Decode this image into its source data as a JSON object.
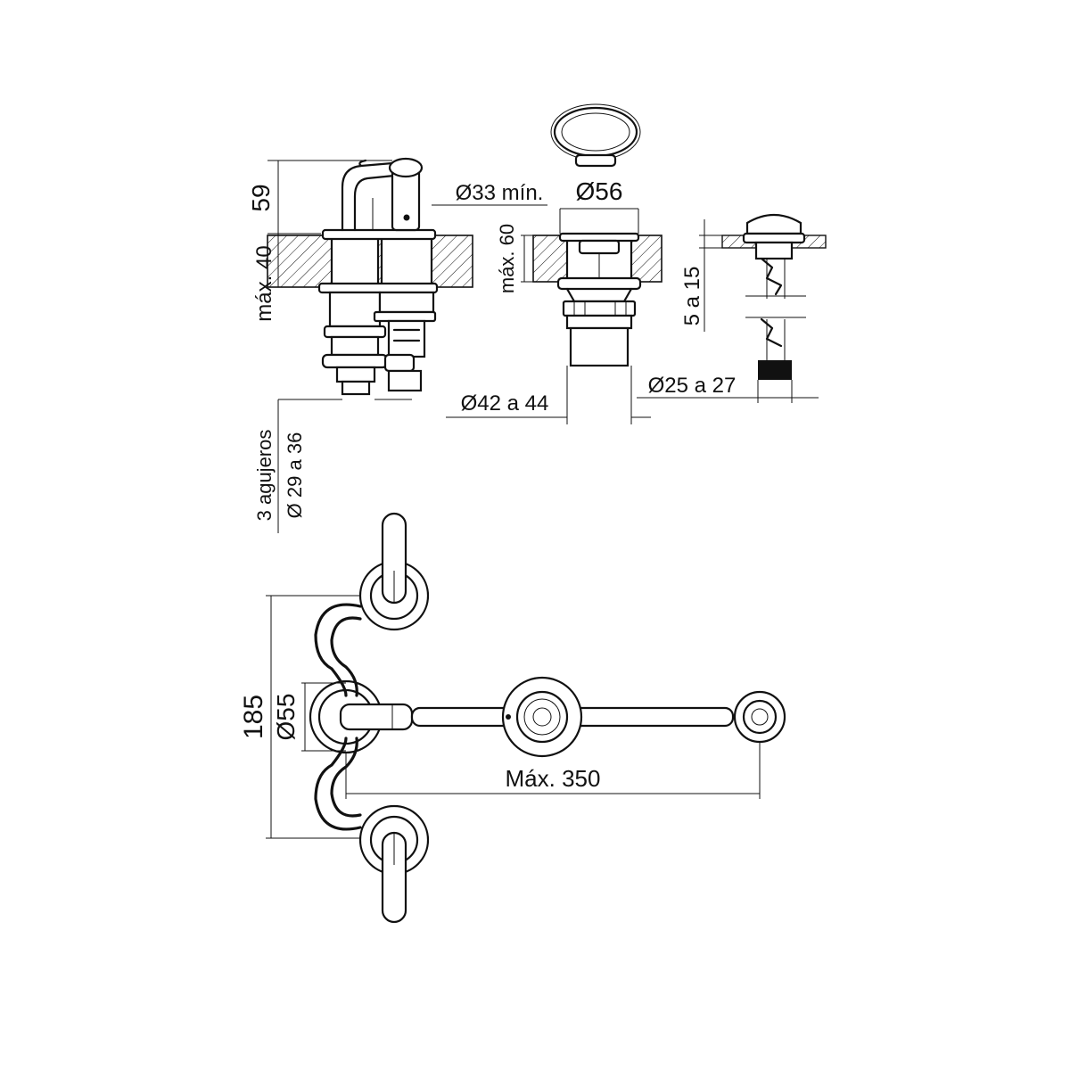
{
  "drawing": {
    "elevation": {
      "height_top": "59",
      "height_deck": "máx. 40",
      "hole_spec_line1": "3 agujeros",
      "hole_spec_line2": "Ø 29 a 36"
    },
    "drain": {
      "min_spacing": "Ø33 mín.",
      "cap_diameter": "Ø56",
      "max_deck": "máx. 60",
      "thread_diameter": "Ø42 a 44"
    },
    "overflow": {
      "thickness": "5 a 15",
      "hole_diameter": "Ø25 a 27"
    },
    "plan": {
      "spread": "185",
      "rosette_diameter": "Ø55",
      "max_length": "Máx. 350"
    }
  },
  "colors": {
    "line": "#111111",
    "background": "#ffffff"
  }
}
